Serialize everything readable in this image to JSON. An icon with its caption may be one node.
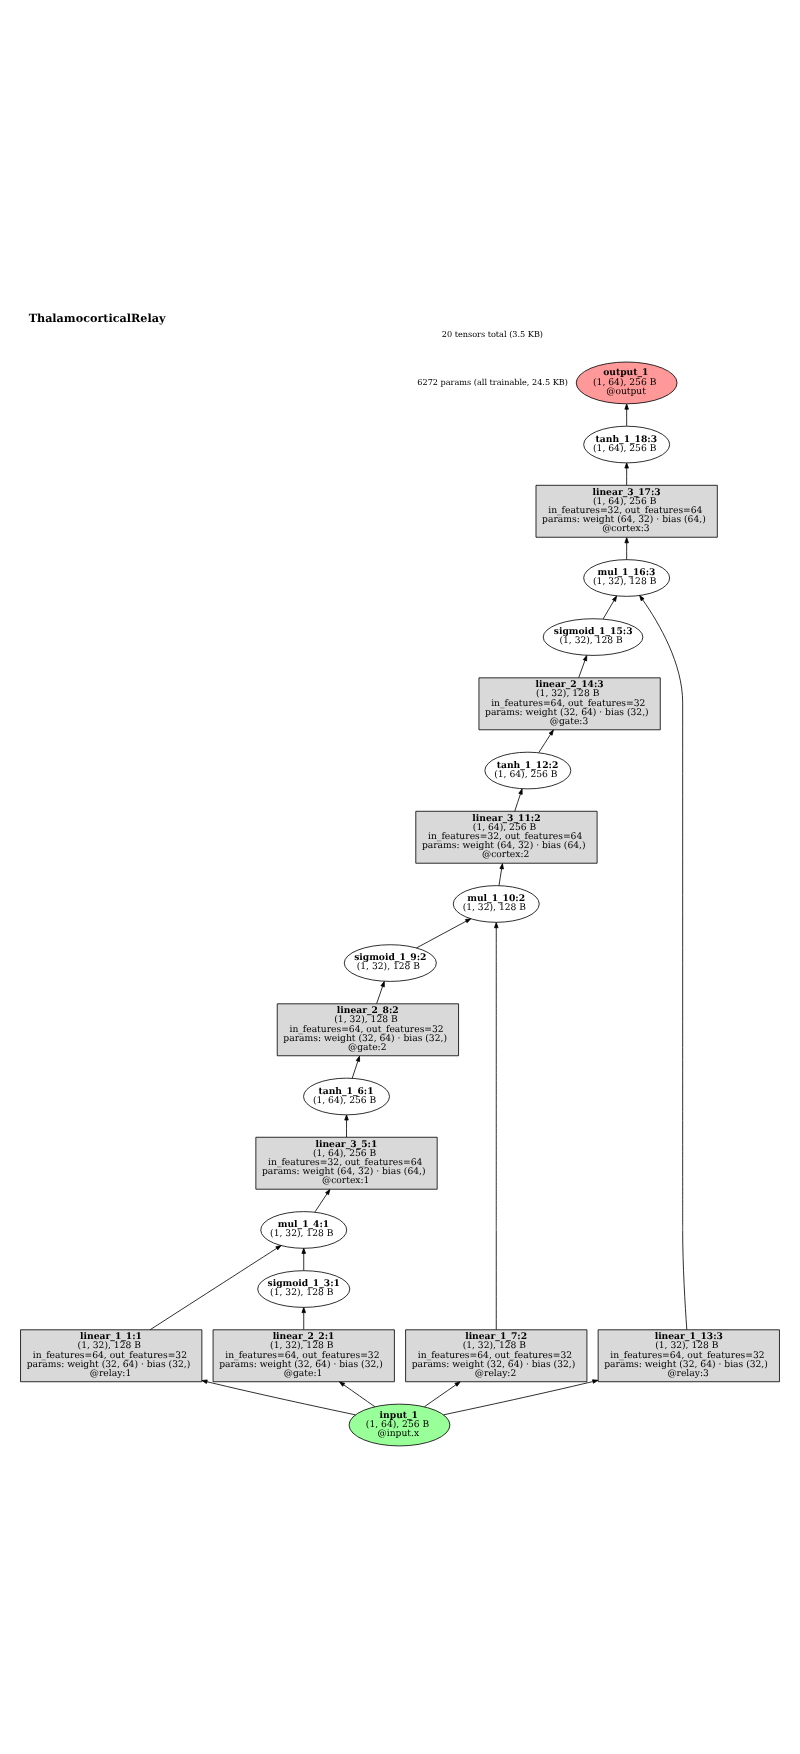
{
  "diagram": {
    "title": "ThalamocorticalRelay",
    "labels": [
      "20 tensors total (3.5 KB)",
      "6272 params (all trainable, 24.5 KB)"
    ],
    "nodes": [
      {
        "text": [
          "output_1",
          "(1, 64), 256 B",
          "@output"
        ]
      },
      {
        "text": [
          "tanh_1_18:3",
          "(1, 64), 256 B"
        ]
      },
      {
        "text": [
          "linear_3_17:3",
          "(1, 64), 256 B",
          "in_features=32, out_features=64",
          "params: weight (64, 32) · bias (64,)",
          "@cortex:3"
        ]
      },
      {
        "text": [
          "mul_1_16:3",
          "(1, 32), 128 B"
        ]
      },
      {
        "text": [
          "sigmoid_1_15:3",
          "(1, 32), 128 B"
        ]
      },
      {
        "text": [
          "linear_2_14:3",
          "(1, 32), 128 B",
          "in_features=64, out_features=32",
          "params: weight (32, 64) · bias (32,)",
          "@gate:3"
        ]
      },
      {
        "text": [
          "tanh_1_12:2",
          "(1, 64), 256 B"
        ]
      },
      {
        "text": [
          "linear_3_11:2",
          "(1, 64), 256 B",
          "in_features=32, out_features=64",
          "params: weight (64, 32) · bias (64,)",
          "@cortex:2"
        ]
      },
      {
        "text": [
          "mul_1_10:2",
          "(1, 32), 128 B"
        ]
      },
      {
        "text": [
          "sigmoid_1_9:2",
          "(1, 32), 128 B"
        ]
      },
      {
        "text": [
          "linear_2_8:2",
          "(1, 32), 128 B",
          "in_features=64, out_features=32",
          "params: weight (32, 64) · bias (32,)",
          "@gate:2"
        ]
      },
      {
        "text": [
          "tanh_1_6:1",
          "(1, 64), 256 B"
        ]
      },
      {
        "text": [
          "linear_3_5:1",
          "(1, 64), 256 B",
          "in_features=32, out_features=64",
          "params: weight (64, 32) · bias (64,)",
          "@cortex:1"
        ]
      },
      {
        "text": [
          "mul_1_4:1",
          "(1, 32), 128 B"
        ]
      },
      {
        "text": [
          "sigmoid_1_3:1",
          "(1, 32), 128 B"
        ]
      },
      {
        "text": [
          "linear_1_1:1",
          "(1, 32), 128 B",
          "in_features=64, out_features=32",
          "params: weight (32, 64) · bias (32,)",
          "@relay:1"
        ]
      },
      {
        "text": [
          "linear_2_2:1",
          "(1, 32), 128 B",
          "in_features=64, out_features=32",
          "params: weight (32, 64) · bias (32,)",
          "@gate:1"
        ]
      },
      {
        "text": [
          "linear_1_7:2",
          "(1, 32), 128 B",
          "in_features=64, out_features=32",
          "params: weight (32, 64) · bias (32,)",
          "@relay:2"
        ]
      },
      {
        "text": [
          "linear_1_13:3",
          "(1, 32), 128 B",
          "in_features=64, out_features=32",
          "params: weight (32, 64) · bias (32,)",
          "@relay:3"
        ]
      },
      {
        "text": [
          "input_1",
          "(1, 64), 256 B",
          "@input.x"
        ]
      }
    ],
    "edges": [
      {
        "from": 1,
        "to": 0,
        "arrow": "to"
      },
      {
        "from": 2,
        "to": 1,
        "arrow": "to"
      },
      {
        "from": 3,
        "to": 2,
        "arrow": "to"
      },
      {
        "from": 4,
        "to": 3,
        "arrow": "to"
      },
      {
        "from": 18,
        "to": 3,
        "arrow": "to"
      },
      {
        "from": 5,
        "to": 4,
        "arrow": "to"
      },
      {
        "from": 6,
        "to": 5,
        "arrow": "to"
      },
      {
        "from": 7,
        "to": 6,
        "arrow": "to"
      },
      {
        "from": 8,
        "to": 7,
        "arrow": "to"
      },
      {
        "from": 9,
        "to": 8,
        "arrow": "to"
      },
      {
        "from": 17,
        "to": 8,
        "arrow": "to"
      },
      {
        "from": 10,
        "to": 9,
        "arrow": "to"
      },
      {
        "from": 11,
        "to": 10,
        "arrow": "to"
      },
      {
        "from": 12,
        "to": 11,
        "arrow": "to"
      },
      {
        "from": 13,
        "to": 12,
        "arrow": "to"
      },
      {
        "from": 14,
        "to": 13,
        "arrow": "to"
      },
      {
        "from": 15,
        "to": 13,
        "arrow": "to"
      },
      {
        "from": 16,
        "to": 14,
        "arrow": "to"
      },
      {
        "from": 19,
        "to": 15,
        "arrow": "to"
      },
      {
        "from": 19,
        "to": 16,
        "arrow": "to"
      },
      {
        "from": 19,
        "to": 17,
        "arrow": "to"
      },
      {
        "from": 19,
        "to": 18,
        "arrow": "to"
      }
    ]
  }
}
